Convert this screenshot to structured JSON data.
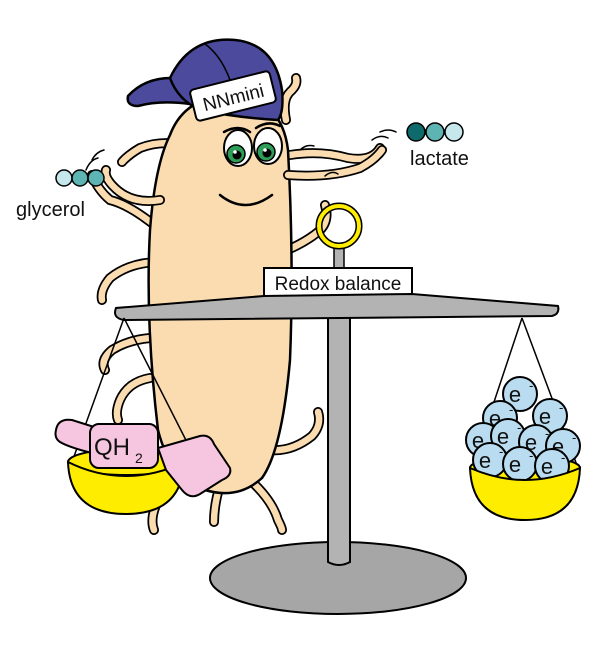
{
  "labels": {
    "cap_text": "NNmini",
    "left_molecule": "glycerol",
    "right_molecule": "lactate",
    "balance_sign": "Redox balance",
    "quinol_main": "QH",
    "quinol_sub": "2",
    "electron_main": "e",
    "electron_sup": "-"
  },
  "colors": {
    "cell_body": "#fbdcb0",
    "cap": "#4b4a9c",
    "scale_gray": "#b3b3b3",
    "pan_yellow": "#ffed00",
    "electron_blue": "#b9dcf0",
    "quinol_pink": "#f6c6e0",
    "eye_green": "#2e9d58",
    "molecule_dark": "#0f6b6b",
    "molecule_mid": "#5eb3b3",
    "molecule_light": "#c6e8ec"
  },
  "icons": [
    "bacterium-mascot",
    "baseball-cap",
    "balance-scale",
    "electron-ball",
    "quinol-hand"
  ]
}
